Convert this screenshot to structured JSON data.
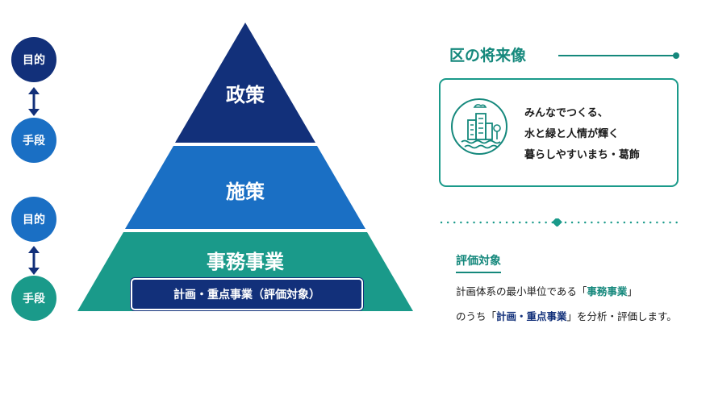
{
  "left_labels": {
    "purpose_1": "目的",
    "means_1": "手段",
    "purpose_2": "目的",
    "means_2": "手段"
  },
  "pyramid": {
    "top": "政策",
    "middle": "施策",
    "bottom": "事務事業",
    "evaluation_tag": "計画・重点事業（評価対象）"
  },
  "vision": {
    "title": "区の将来像",
    "lines": [
      "みんなでつくる、",
      "水と緑と人情が輝く",
      "暮らしやすいまち・葛飾"
    ]
  },
  "evaluation": {
    "title": "評価対象",
    "line1_pre": "計画体系の最小単位である「",
    "line1_hl": "事務事業",
    "line1_post": "」",
    "line2_pre": "のうち「",
    "line2_hl": "計画・重点事業",
    "line2_post": "」を分析・評価します。"
  },
  "colors": {
    "navy": "#12307a",
    "blue": "#1a6fc4",
    "teal": "#1a9a8a",
    "teal_dark": "#15887c"
  }
}
